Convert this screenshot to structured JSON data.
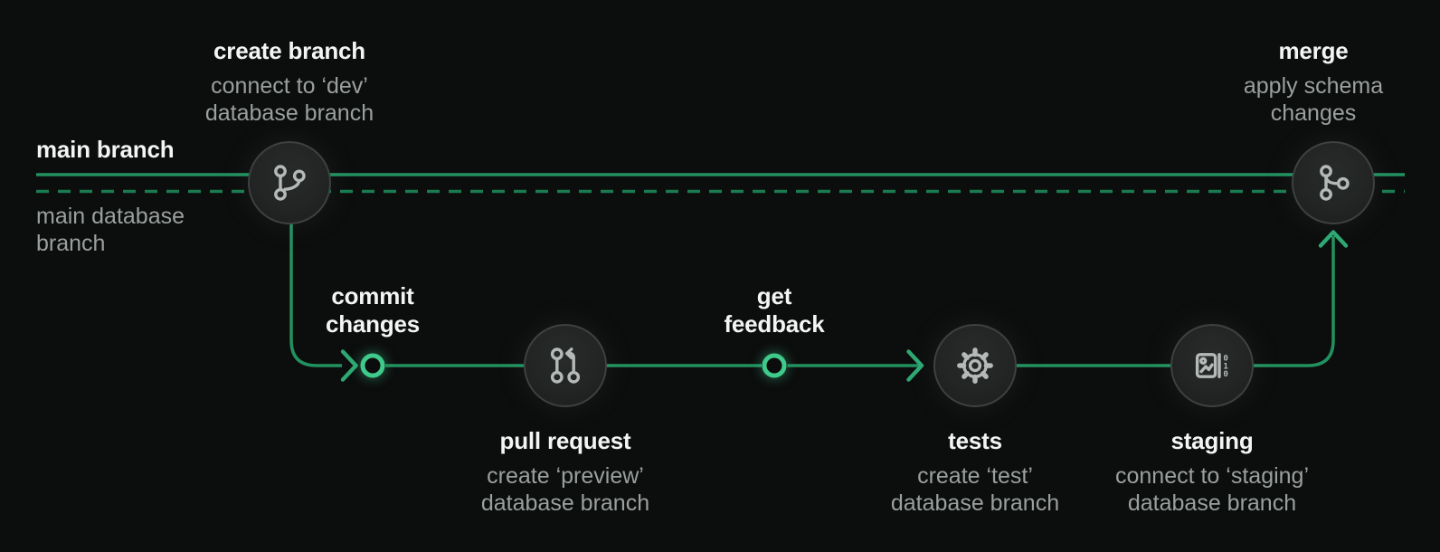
{
  "lanes": {
    "main_branch": "main branch",
    "main_database_branch": "main database branch"
  },
  "nodes": {
    "create_branch": {
      "title": "create branch",
      "subtitle": "connect to ‘dev’ database branch",
      "icon": "git-branch-icon"
    },
    "pull_request": {
      "title": "pull request",
      "subtitle": "create ‘preview’ database branch",
      "icon": "git-pull-request-icon"
    },
    "tests": {
      "title": "tests",
      "subtitle": "create ‘test’ database branch",
      "icon": "gear-icon"
    },
    "staging": {
      "title": "staging",
      "subtitle": "connect to ‘staging’ database branch",
      "icon": "schema-data-icon"
    },
    "merge": {
      "title": "merge",
      "subtitle": "apply schema changes",
      "icon": "git-merge-icon"
    }
  },
  "milestones": {
    "commit_changes": "commit changes",
    "get_feedback": "get feedback"
  },
  "staging_icon_digits": [
    "0",
    "1",
    "0"
  ],
  "colors": {
    "background": "#0c0d0d",
    "branch_line_green": "#21915f",
    "database_line_green": "#1a7b51",
    "milestone_green": "#3fc98b",
    "arrow_green": "#2ea873",
    "heading_text": "#f3f5f4",
    "subtitle_text": "#9aa09e",
    "node_fill": "#232525",
    "node_border": "#3d413f",
    "icon_stroke": "#b4bab7"
  }
}
